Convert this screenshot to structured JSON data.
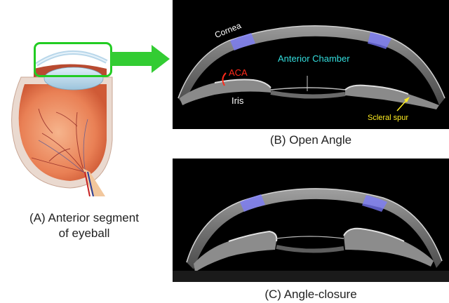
{
  "panel_a": {
    "caption_line1": "(A) Anterior segment",
    "caption_line2": "of eyeball"
  },
  "panel_b": {
    "caption": "(B) Open Angle",
    "labels": {
      "cornea": "Cornea",
      "anterior_chamber": "Anterior Chamber",
      "aca": "ACA",
      "iris": "Iris",
      "scleral_spur": "Scleral spur"
    }
  },
  "panel_c": {
    "caption": "(C) Angle-closure"
  },
  "colors": {
    "highlight_box": "#22cc22",
    "arrow": "#33cc33",
    "cornea_label": "#ffffff",
    "chamber_label": "#33dddd",
    "aca_label": "#ff2a1a",
    "spur_label": "#ffee22",
    "highlight_band": "#7b7bff"
  }
}
